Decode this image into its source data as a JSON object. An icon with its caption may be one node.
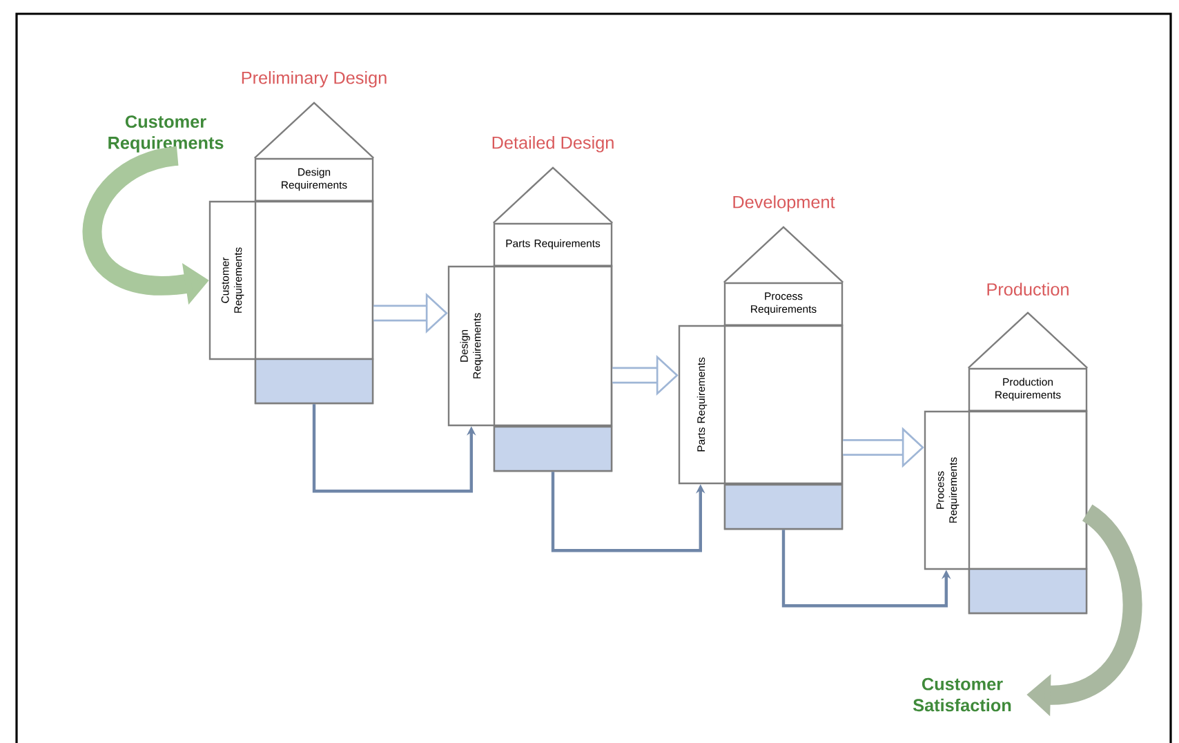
{
  "diagram": {
    "nodes": [
      {
        "text": [
          "Customer Requirements"
        ]
      },
      {
        "text": [
          "Preliminary Design",
          "Design Requirements"
        ]
      },
      {
        "text": [
          "Customer Requirements"
        ]
      },
      {
        "text": [],
        "shape": "bar",
        "in": 1
      },
      {
        "text": [
          "Detailed Design",
          "Parts Requirements"
        ]
      },
      {
        "text": [
          "Design Requirements"
        ]
      },
      {
        "text": [],
        "shape": "bar",
        "in": 4
      },
      {
        "text": [
          "Development",
          "Process Requirements"
        ]
      },
      {
        "text": [
          "Parts Requirements"
        ]
      },
      {
        "text": [],
        "shape": "bar",
        "in": 7
      },
      {
        "text": [
          "Production",
          "Production Requirements"
        ]
      },
      {
        "text": [
          "Process Requirements"
        ]
      },
      {
        "text": [],
        "shape": "bar",
        "in": 10
      },
      {
        "text": [
          "Customer Satisfaction"
        ]
      }
    ],
    "edges": [
      {
        "from": 0,
        "to": 2,
        "arrow": "to",
        "color": "#a9c89c"
      },
      {
        "from": 2,
        "to": 5,
        "arrow": "to",
        "color": "#9fb6d6"
      },
      {
        "from": 3,
        "to": 5,
        "arrow": "to",
        "color": "#6f86a8"
      },
      {
        "from": 5,
        "to": 8,
        "arrow": "to",
        "color": "#9fb6d6"
      },
      {
        "from": 6,
        "to": 8,
        "arrow": "to",
        "color": "#6f86a8"
      },
      {
        "from": 8,
        "to": 11,
        "arrow": "to",
        "color": "#9fb6d6"
      },
      {
        "from": 9,
        "to": 11,
        "arrow": "to",
        "color": "#6f86a8"
      },
      {
        "from": 10,
        "to": 13,
        "arrow": "to",
        "color": "#a9b8a0"
      }
    ]
  }
}
